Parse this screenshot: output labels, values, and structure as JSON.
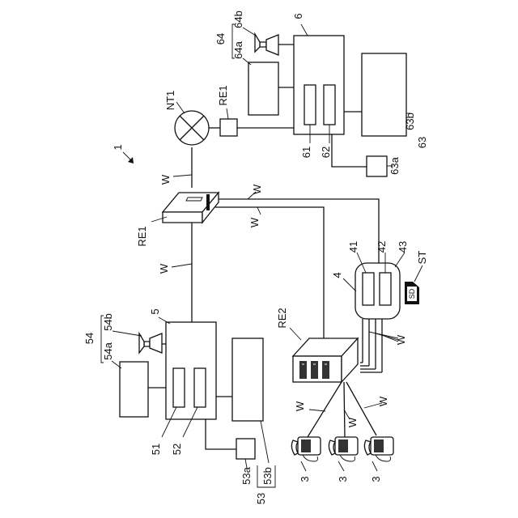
{
  "figure_ref": "1",
  "nodes": {
    "network": {
      "label": "NT1"
    },
    "relay_top": {
      "label": "RE1"
    },
    "relay_main": {
      "label": "RE1"
    },
    "relay_sub": {
      "label": "RE2"
    },
    "server": {
      "label": "4",
      "parts": [
        "41",
        "42",
        "43"
      ]
    },
    "storage": {
      "label": "ST",
      "card_text": "SD"
    },
    "terminal_remote": {
      "label": "6",
      "parts": [
        "61",
        "62"
      ],
      "group": "63",
      "peripherals": [
        "63a",
        "63b"
      ],
      "audio_group": "64",
      "audio": [
        "64a",
        "64b"
      ]
    },
    "terminal_local": {
      "label": "5",
      "parts": [
        "51",
        "52"
      ],
      "group": "53",
      "peripherals": [
        "53a",
        "53b"
      ],
      "audio_group": "54",
      "audio": [
        "54a",
        "54b"
      ]
    },
    "phones": {
      "labels": [
        "3",
        "3",
        "3"
      ]
    }
  },
  "wires": {
    "label": "W"
  }
}
